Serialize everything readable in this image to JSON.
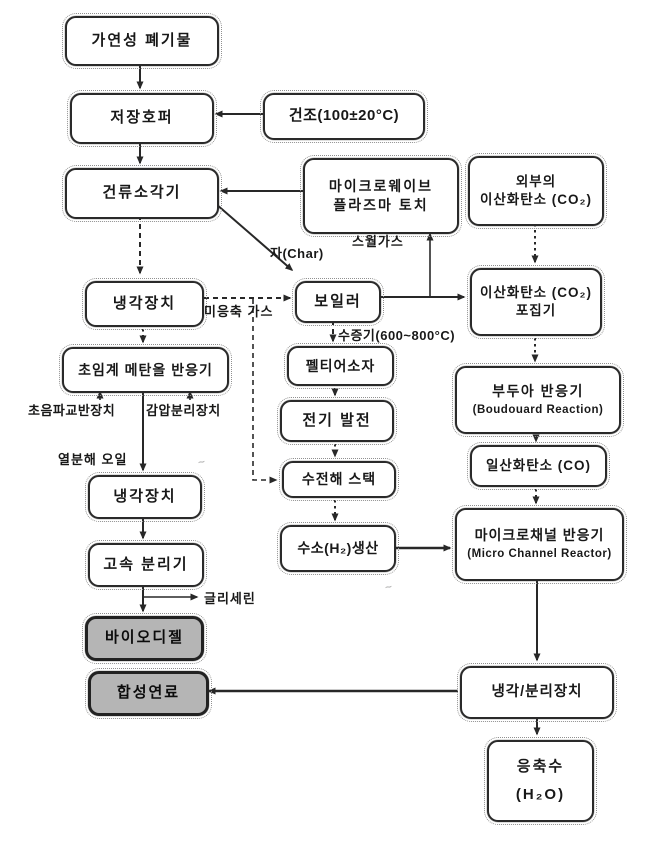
{
  "diagram": {
    "nodes": {
      "waste": {
        "label": "가연성 폐기물"
      },
      "hopper": {
        "label": "저장호퍼"
      },
      "drying": {
        "label": "건조(100±20°C)"
      },
      "incinerator": {
        "label": "건류소각기"
      },
      "plasma_torch": {
        "line1": "마이크로웨이브",
        "line2": "플라즈마 토치"
      },
      "external_co2": {
        "line1": "외부의",
        "line2": "이산화탄소 (CO₂)"
      },
      "cooling1": {
        "label": "냉각장치"
      },
      "boiler": {
        "label": "보일러"
      },
      "co2_capture": {
        "line1": "이산화탄소 (CO₂)",
        "line2": "포집기"
      },
      "methanol_reactor": {
        "label": "초임계 메탄올 반응기"
      },
      "boudouard": {
        "line1": "부두아 반응기",
        "line2": "(Boudouard Reaction)"
      },
      "peltier": {
        "label": "펠티어소자"
      },
      "power_gen": {
        "label": "전기 발전"
      },
      "co": {
        "label": "일산화탄소 (CO)"
      },
      "electrolysis": {
        "label": "수전해 스택"
      },
      "cooling2": {
        "label": "냉각장치"
      },
      "microchannel": {
        "line1": "마이크로채널 반응기",
        "line2": "(Micro Channel Reactor)"
      },
      "h2": {
        "label": "수소(H₂)생산"
      },
      "separator": {
        "label": "고속 분리기"
      },
      "biodiesel": {
        "label": "바이오디젤"
      },
      "synfuel": {
        "label": "합성연료"
      },
      "cool_sep": {
        "label": "냉각/분리장치"
      },
      "condensate": {
        "line1": "응축수",
        "line2": "(H₂O)"
      }
    },
    "flow_labels": {
      "char": "자(Char)",
      "swirl_gas": "스월가스",
      "noncondensed": "미응축 가스",
      "steam": "수증기(600~800°C)",
      "ultrasonic": "초음파교반장치",
      "vacuum_sep": "감압분리장치",
      "pyrolysis_oil": "열분해 오일",
      "glycerin": "글리세린"
    },
    "colors": {
      "ink": "#2b2b2b",
      "box_fill": "#ffffff",
      "shaded_fill": "#b3b3b3",
      "background": "#fdfdfc"
    }
  }
}
